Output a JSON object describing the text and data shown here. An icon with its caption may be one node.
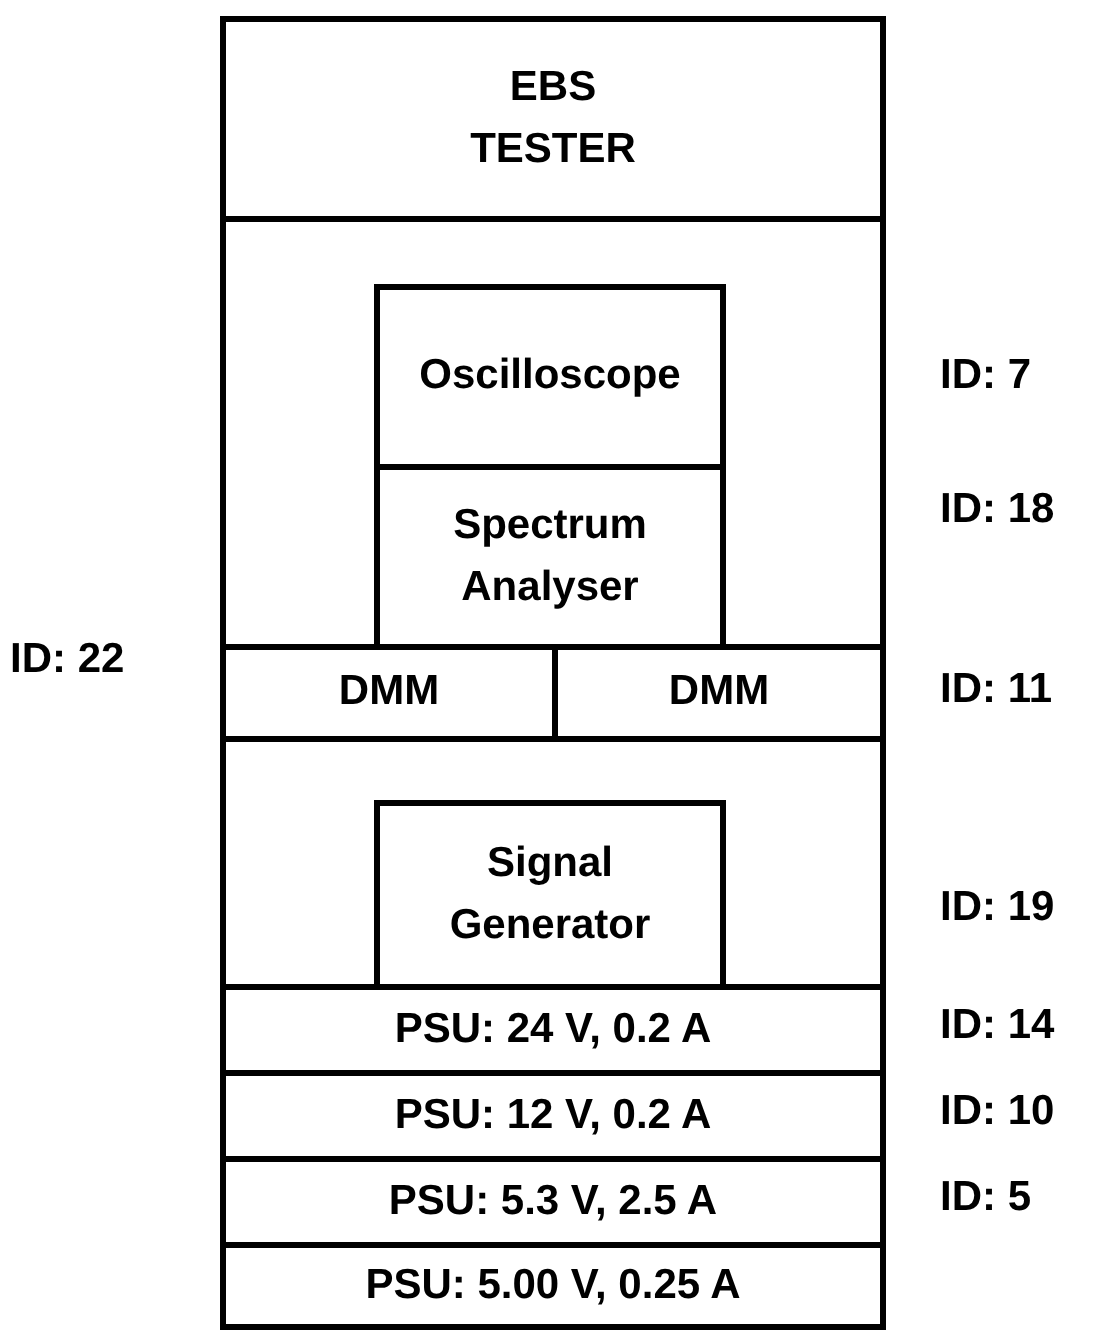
{
  "diagram": {
    "nodes": [
      {
        "text": [
          "EBS TESTER"
        ]
      },
      {
        "text": [],
        "shape": "box"
      },
      {
        "text": [
          "Oscilloscope"
        ],
        "in": 1
      },
      {
        "text": [
          "Spectrum Analyser"
        ],
        "in": 1
      },
      {
        "text": [
          "DMM"
        ],
        "beside": [
          "ID: 22"
        ]
      },
      {
        "text": [
          "DMM"
        ],
        "beside": [
          "ID: 11"
        ]
      },
      {
        "text": [],
        "shape": "box"
      },
      {
        "text": [
          "Signal Generator"
        ],
        "in": 6
      },
      {
        "text": [
          "PSU: 24 V, 0.2 A"
        ],
        "beside": [
          "ID: 14"
        ]
      },
      {
        "text": [
          "PSU: 12 V, 0.2 A"
        ],
        "beside": [
          "ID: 10"
        ]
      },
      {
        "text": [
          "PSU: 5.3 V, 2.5 A"
        ],
        "beside": [
          "ID: 5"
        ]
      },
      {
        "text": [
          "PSU: 5.00 V, 0.25 A"
        ]
      }
    ],
    "edges": [],
    "labels": [
      "ID: 7",
      "ID: 18",
      "ID: 19"
    ]
  }
}
